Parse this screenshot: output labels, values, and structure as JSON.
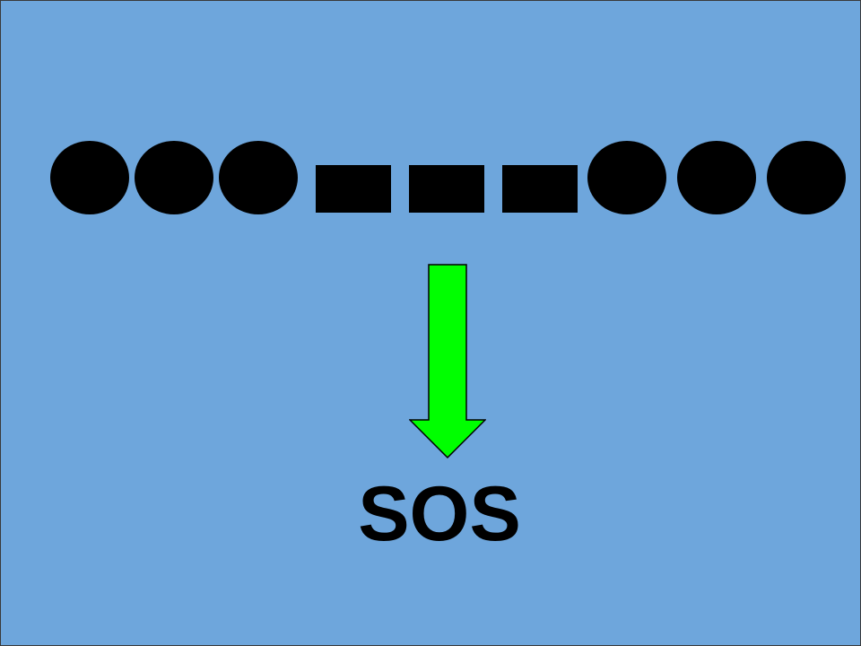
{
  "morse": {
    "sequence": [
      "dot",
      "dot",
      "dot",
      "dash",
      "dash",
      "dash",
      "dot",
      "dot",
      "dot"
    ]
  },
  "decoded_text": "SOS",
  "colors": {
    "background": "#6ea6dc",
    "symbols": "#000000",
    "arrow": "#00ff00"
  },
  "icons": {
    "arrow": "down-arrow-icon"
  }
}
